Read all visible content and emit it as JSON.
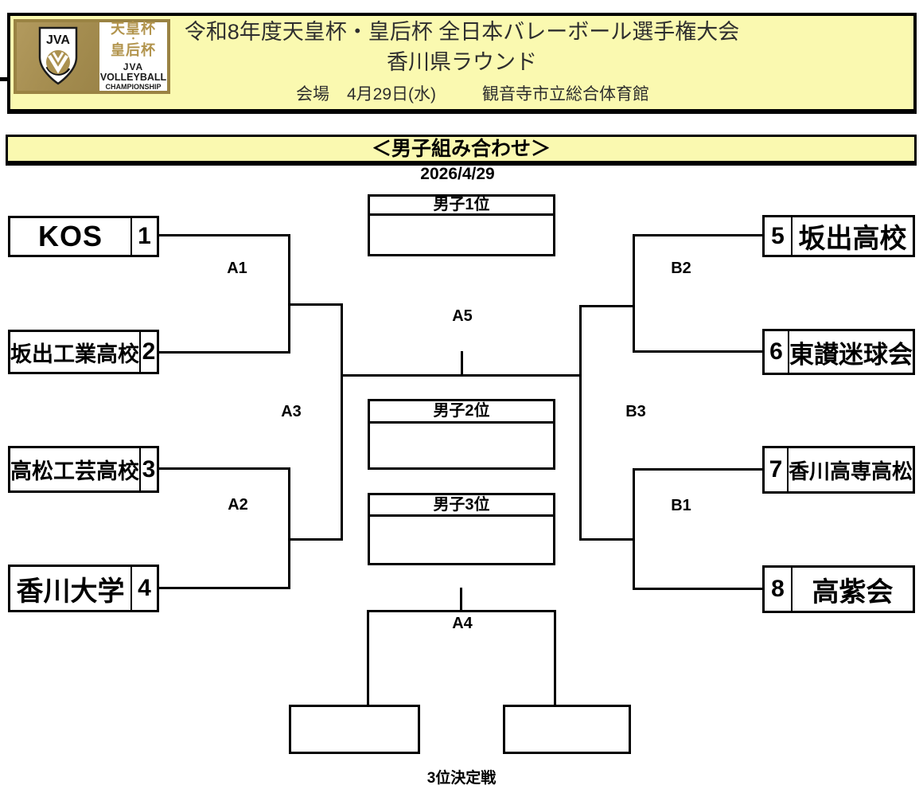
{
  "header": {
    "title_line1": "令和8年度天皇杯・皇后杯 全日本バレーボール選手権大会",
    "title_line2": "香川県ラウンド",
    "venue_label": "会場",
    "venue_date": "4月29日(水)",
    "venue_name": "観音寺市立総合体育館",
    "logo": {
      "shield_text": "JVA",
      "cup_line1": "天皇杯",
      "cup_dot": "・",
      "cup_line2": "皇后杯",
      "org_line1": "JVA",
      "org_line2": "VOLLEYBALL",
      "org_line3": "CHAMPIONSHIP"
    }
  },
  "section": {
    "title": "＜男子組み合わせ＞",
    "date": "2026/4/29"
  },
  "bracket": {
    "left_teams": [
      {
        "name": "KOS",
        "seed": "1"
      },
      {
        "name": "坂出工業高校",
        "seed": "2"
      },
      {
        "name": "高松工芸高校",
        "seed": "3"
      },
      {
        "name": "香川大学",
        "seed": "4"
      }
    ],
    "right_teams": [
      {
        "name": "坂出高校",
        "seed": "5"
      },
      {
        "name": "東讃迷球会",
        "seed": "6"
      },
      {
        "name": "香川高専高松",
        "seed": "7"
      },
      {
        "name": "高紫会",
        "seed": "8"
      }
    ],
    "match_labels": {
      "a1": "A1",
      "a2": "A2",
      "a3": "A3",
      "a4": "A4",
      "a5": "A5",
      "b1": "B1",
      "b2": "B2",
      "b3": "B3"
    },
    "result_boxes": [
      {
        "label": "男子1位"
      },
      {
        "label": "男子2位"
      },
      {
        "label": "男子3位"
      }
    ],
    "third_place_title": "3位決定戦"
  },
  "colors": {
    "highlight_yellow": "#FAF9B0",
    "logo_gold": "#A78F52",
    "logo_gold_text": "#B2944D",
    "line_black": "#000000"
  }
}
